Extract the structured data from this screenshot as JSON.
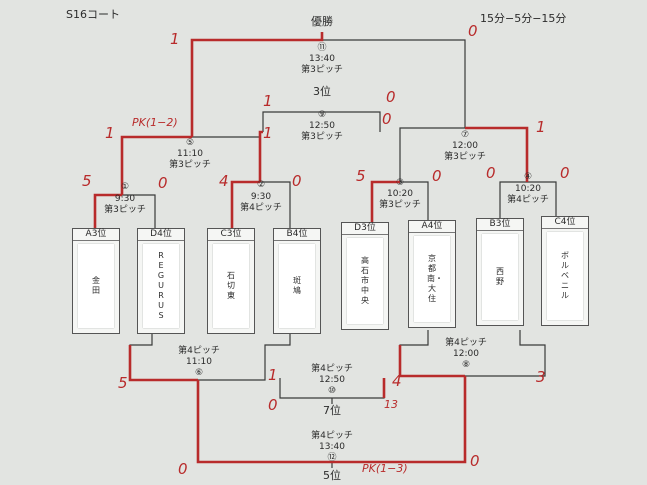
{
  "header": {
    "court": "S16コート",
    "format": "15分−5分−15分"
  },
  "final": {
    "title": "優勝",
    "num": "⑪",
    "time": "13:40",
    "pitch": "第3ピッチ",
    "left": "1",
    "right": "0"
  },
  "third": {
    "title": "3位",
    "num": "⑨",
    "time": "12:50",
    "pitch": "第3ピッチ",
    "left": "1",
    "right": "0"
  },
  "sf_left": {
    "num": "⑤",
    "time": "11:10",
    "pitch": "第3ピッチ",
    "left": "1",
    "right": "1",
    "pk": "PK(1−2)"
  },
  "sf_right": {
    "num": "⑦",
    "time": "12:00",
    "pitch": "第3ピッチ",
    "left": "0",
    "right": "1"
  },
  "m1": {
    "num": "①",
    "time": "9:30",
    "pitch": "第3ピッチ",
    "left": "5",
    "right": "0"
  },
  "m2": {
    "num": "②",
    "time": "9:30",
    "pitch": "第4ピッチ",
    "left": "4",
    "right": "0"
  },
  "m3": {
    "num": "③",
    "time": "10:20",
    "pitch": "第3ピッチ",
    "left": "5",
    "right": "0"
  },
  "m4": {
    "num": "④",
    "time": "10:20",
    "pitch": "第4ピッチ",
    "left": "0",
    "right": "0"
  },
  "teams": [
    {
      "seed": "A3位",
      "name": "金田"
    },
    {
      "seed": "D4位",
      "name": "REGURUS"
    },
    {
      "seed": "C3位",
      "name": "石切東"
    },
    {
      "seed": "B4位",
      "name": "斑鳩"
    },
    {
      "seed": "D3位",
      "name": "高石市中央"
    },
    {
      "seed": "A4位",
      "name": "京都南・大住"
    },
    {
      "seed": "B3位",
      "name": "西野"
    },
    {
      "seed": "C4位",
      "name": "ボルベニル"
    }
  ],
  "cons_left": {
    "pitch": "第4ピッチ",
    "time": "11:10",
    "num": "⑥",
    "left": "5",
    "right": "1"
  },
  "cons_right": {
    "pitch": "第4ピッチ",
    "time": "12:00",
    "num": "⑧",
    "left": "4",
    "right": "3"
  },
  "seventh": {
    "pitch": "第4ピッチ",
    "time": "12:50",
    "num": "⑩",
    "title": "7位",
    "left": "0",
    "right": "13"
  },
  "fifth": {
    "pitch": "第4ピッチ",
    "time": "13:40",
    "num": "⑫",
    "title": "5位",
    "left": "0",
    "right": "0",
    "pk": "PK(1−3)"
  },
  "colors": {
    "paper": "#e2e4e1",
    "line": "#333333",
    "win": "#b82b2b"
  }
}
